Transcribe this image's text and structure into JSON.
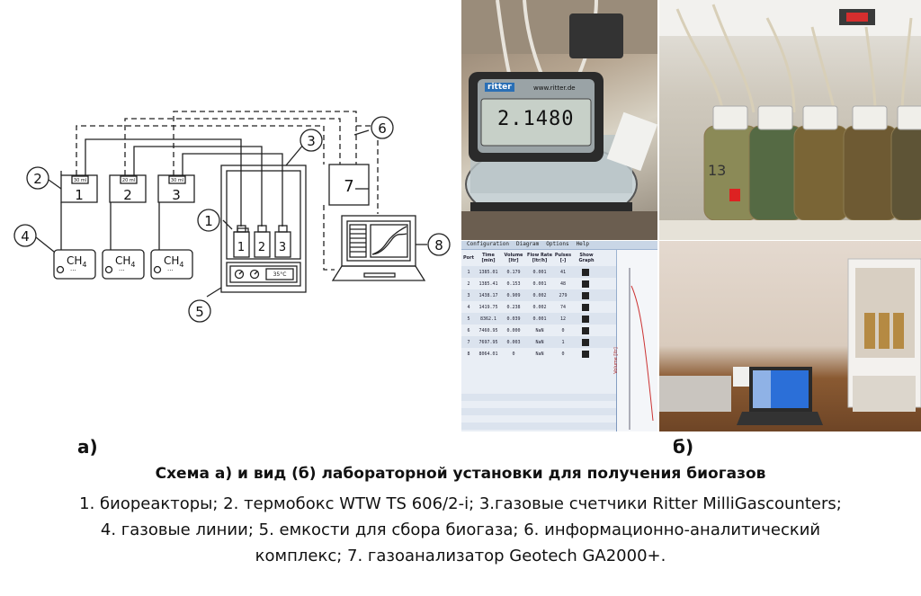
{
  "schema": {
    "callouts": [
      "1",
      "2",
      "3",
      "4",
      "5",
      "6",
      "7",
      "8"
    ],
    "reactor_numbers": [
      "1",
      "2",
      "3"
    ],
    "counter_volume_label": "30 ml",
    "counter_volume_label_2": "20 ml",
    "gas_bag_label": "CH",
    "gas_bag_subscript": "4",
    "gas_bag_dots": "···",
    "thermobox_temp": "35°C",
    "bottle_numbers": [
      "1",
      "2",
      "3"
    ]
  },
  "photos": {
    "meter_brand": "ritter",
    "meter_url": "www.ritter.de",
    "meter_display": "2.1480",
    "bottle_tag": "13",
    "screen_menu": [
      "Configuration",
      "Diagram",
      "Options",
      "Help"
    ],
    "screen_headers": [
      "Port",
      "Time [min]",
      "Volume [ltr]",
      "Flow Rate [ltr/h]",
      "Pulses [-]",
      "Show Graph"
    ],
    "screen_rows": [
      [
        "1",
        "1385.01",
        "0.179",
        "0.001",
        "41"
      ],
      [
        "2",
        "1385.41",
        "0.153",
        "0.001",
        "48"
      ],
      [
        "3",
        "1438.17",
        "0.909",
        "0.002",
        "279"
      ],
      [
        "4",
        "1419.75",
        "0.238",
        "0.002",
        "74"
      ],
      [
        "5",
        "8362.1",
        "0.039",
        "0.001",
        "12"
      ],
      [
        "6",
        "7460.95",
        "0.000",
        "NaN",
        "0"
      ],
      [
        "7",
        "7697.95",
        "0.003",
        "NaN",
        "1"
      ],
      [
        "8",
        "8064.01",
        "0",
        "NaN",
        "0"
      ]
    ],
    "screen_axis_label": "Volume [ltr]"
  },
  "labels": {
    "a": "а)",
    "b": "б)"
  },
  "caption": {
    "title": "Схема а) и вид (б) лабораторной установки для получения биогазов",
    "line1": "1. биореакторы;  2. термобокс WTW TS 606/2-i; 3.газовые счетчики Ritter MilliGascounters;",
    "line2": "4. газовые линии;  5. емкости для сбора биогаза; 6. информационно-аналитический",
    "line3": "комплекс; 7. газоанализатор Geotech GA2000+."
  }
}
